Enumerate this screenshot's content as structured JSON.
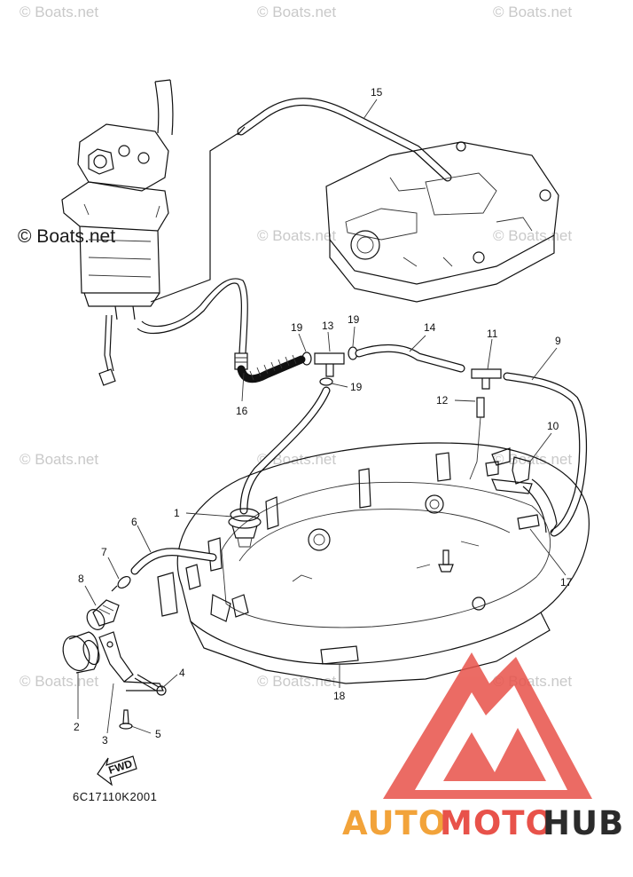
{
  "watermarks": {
    "small_text": "© Boats.net",
    "big_text": "© Boats.net"
  },
  "diagram_code": "6C17110K2001",
  "fwd_label": "FWD",
  "callouts": {
    "c1": "1",
    "c2": "2",
    "c3": "3",
    "c4": "4",
    "c5": "5",
    "c6": "6",
    "c7": "7",
    "c8": "8",
    "c9": "9",
    "c10": "10",
    "c11": "11",
    "c12": "12",
    "c13": "13",
    "c14": "14",
    "c15": "15",
    "c16": "16",
    "c17": "17",
    "c18": "18",
    "c19a": "19",
    "c19b": "19",
    "c19c": "19"
  },
  "brand": {
    "part1": "AUTO",
    "part2": "MOTO",
    "part3": "HUB",
    "color_auto": "#f2a33a",
    "color_moto": "#e8524a",
    "color_hub": "#2b2b2b",
    "logo_color": "#e8524a"
  }
}
